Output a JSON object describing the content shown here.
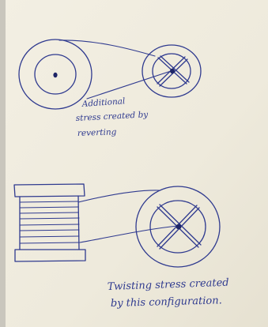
{
  "colors": {
    "paper": "#f2eee1",
    "ink": "#2f3a8f"
  },
  "annotations": {
    "top": {
      "line1": "Additional",
      "line2": "stress created by",
      "line3": "reverting"
    },
    "bottom": {
      "line1": "Twisting stress created",
      "line2": "by this configuration."
    }
  }
}
